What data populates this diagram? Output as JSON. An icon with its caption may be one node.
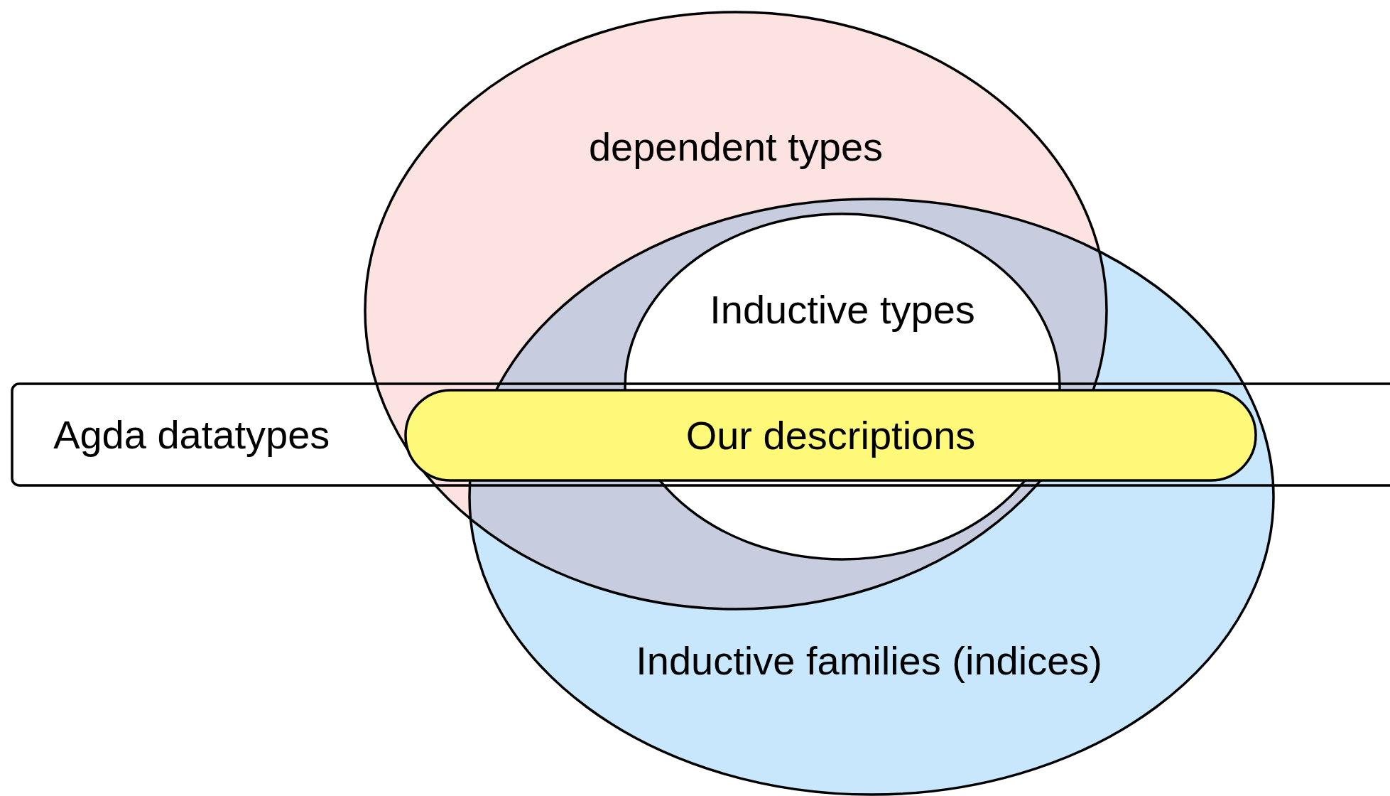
{
  "diagram": {
    "nodes": [
      {
        "text": [
          "dependent types"
        ]
      },
      {
        "text": [
          "Inductive families (indices)"
        ]
      },
      {
        "text": [
          "Inductive types"
        ]
      },
      {
        "text": [
          "Agda datatypes"
        ]
      },
      {
        "text": [
          "Our descriptions"
        ],
        "in": 3
      }
    ]
  }
}
